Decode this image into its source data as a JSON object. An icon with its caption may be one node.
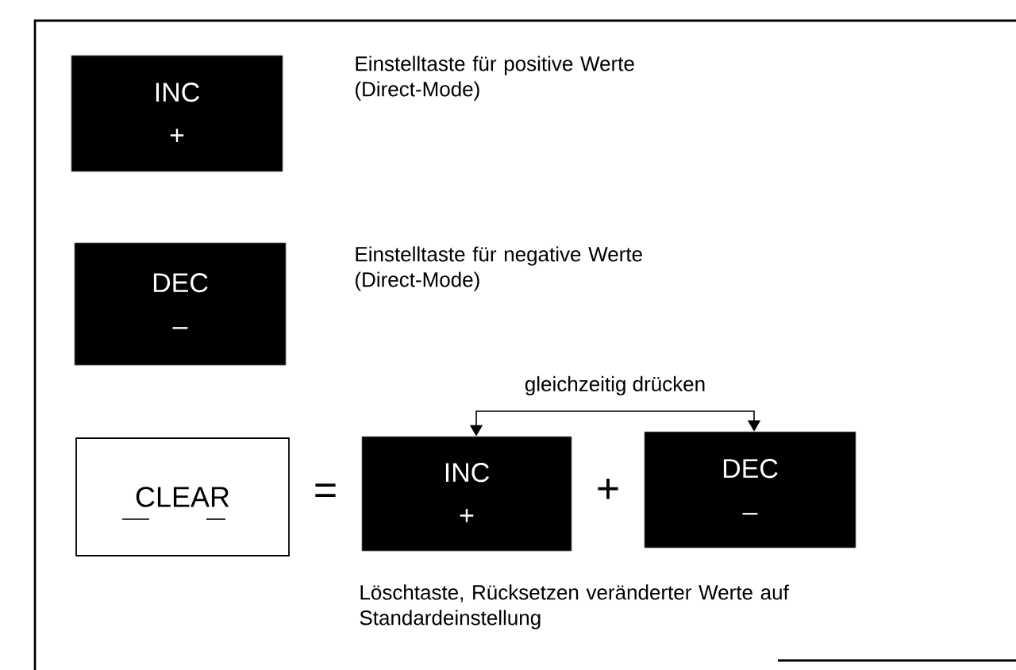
{
  "diagram": {
    "nodes": [
      {
        "text": [
          "INC",
          "+"
        ],
        "beside": [
          "Einstelltaste für positive Werte (Direct-Mode)"
        ]
      },
      {
        "text": [
          "DEC",
          "–"
        ],
        "beside": [
          "Einstelltaste für negative Werte (Direct-Mode)"
        ]
      },
      {
        "text": [
          "CLEAR"
        ]
      },
      {
        "text": [
          "INC",
          "+"
        ]
      },
      {
        "text": [
          "DEC",
          "–"
        ]
      }
    ],
    "edges": [
      {
        "from": 3,
        "to": 4,
        "arrow": "both",
        "label": "gleichzeitig drücken"
      }
    ],
    "labels": [
      "=",
      "+",
      "Löschtaste, Rücksetzen veränderter Werte auf Standardeinstellung"
    ]
  }
}
